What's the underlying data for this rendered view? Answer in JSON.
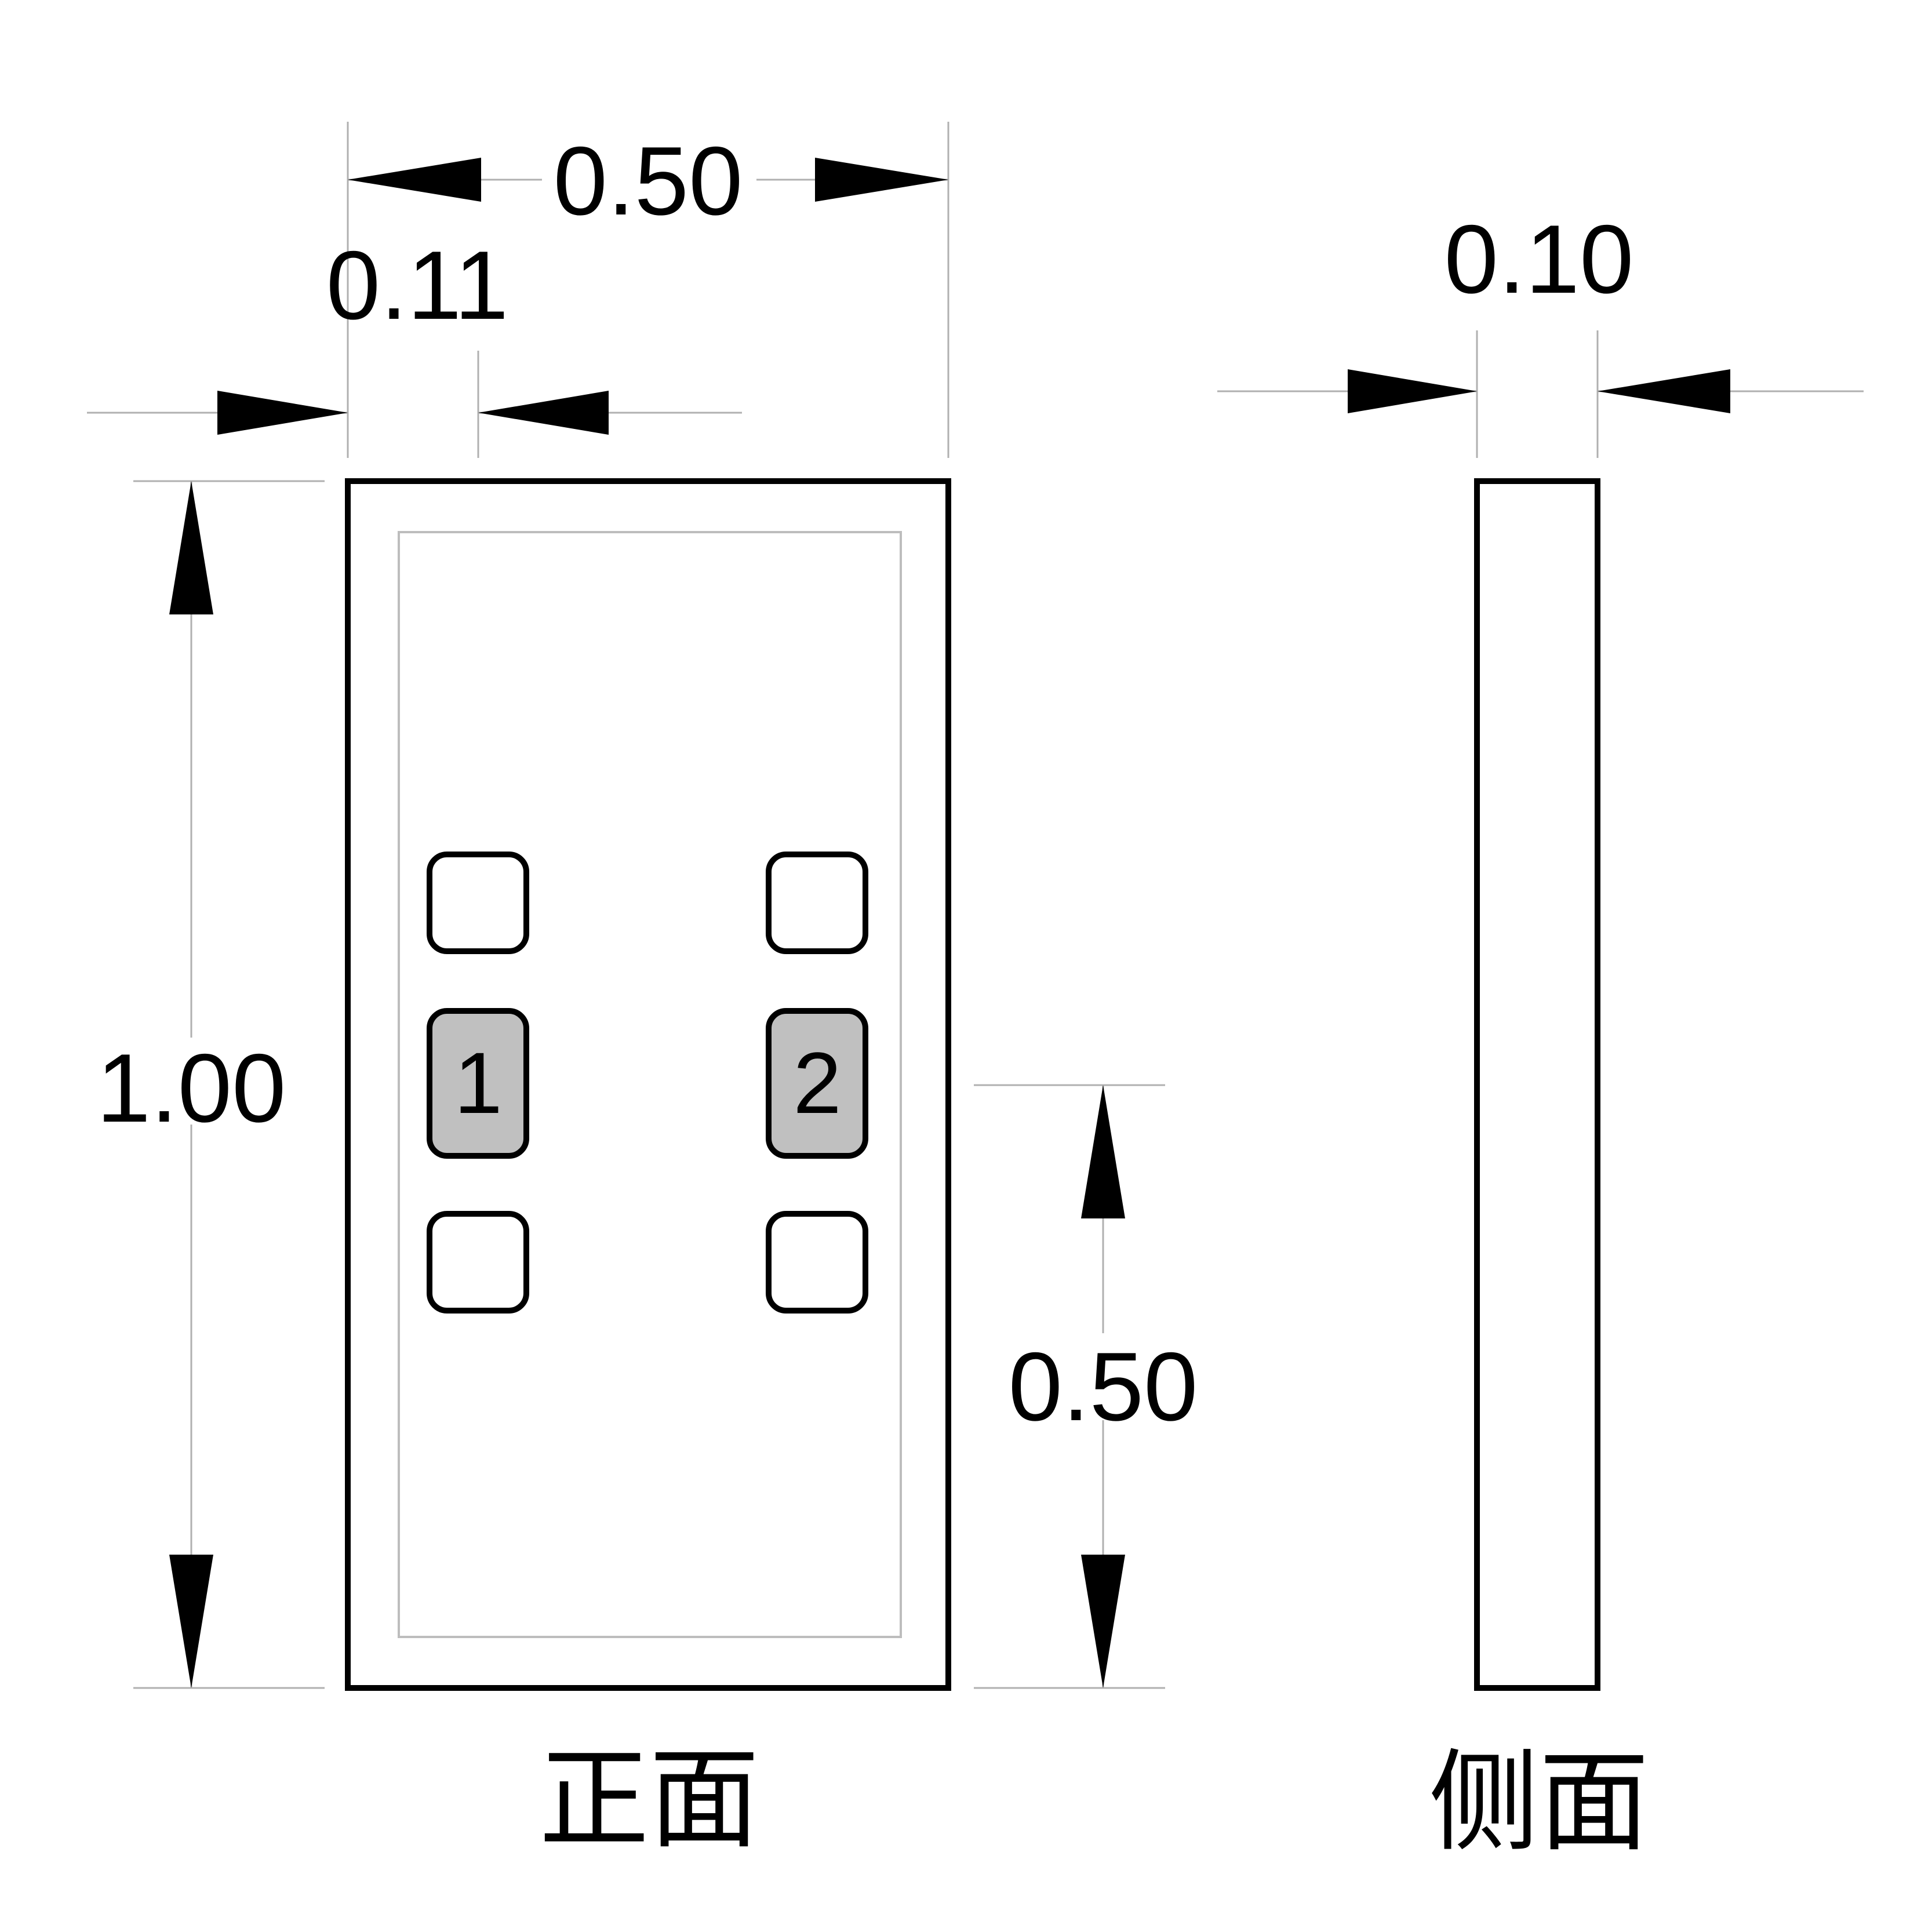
{
  "front_view": {
    "label": "正面",
    "dimensions": {
      "width": "0.50",
      "height": "1.00",
      "pad_offset": "0.11",
      "pad_center_height": "0.50"
    },
    "pads": [
      {
        "id": "pad-top-left",
        "label": ""
      },
      {
        "id": "pad-1",
        "label": "1"
      },
      {
        "id": "pad-bottom-left",
        "label": ""
      },
      {
        "id": "pad-top-right",
        "label": ""
      },
      {
        "id": "pad-2",
        "label": "2"
      },
      {
        "id": "pad-bottom-right",
        "label": ""
      }
    ]
  },
  "side_view": {
    "label": "侧面",
    "dimensions": {
      "thickness": "0.10"
    }
  },
  "colors": {
    "outline": "#000000",
    "extension_line": "#b0b0b0",
    "highlight_pad": "#c0c0c0"
  }
}
